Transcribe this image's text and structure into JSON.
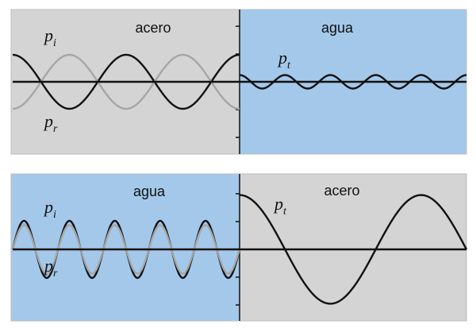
{
  "colors": {
    "steel": "#d4d4d4",
    "water": "#a3c8ea",
    "incident": "#111111",
    "reflected": "#a6a6a6",
    "transmitted": "#111111"
  },
  "panels": [
    {
      "left_medium": {
        "label": "acero",
        "color": "steel"
      },
      "right_medium": {
        "label": "agua",
        "color": "water"
      },
      "waves": [
        {
          "symbol": "p",
          "subscript": "i",
          "side": "left",
          "color": "incident",
          "periods": 2.0,
          "phase": 1.5708,
          "relative_amplitude": 1.0
        },
        {
          "symbol": "p",
          "subscript": "r",
          "side": "left",
          "color": "reflected",
          "periods": 2.0,
          "phase": -1.5708,
          "relative_amplitude": 1.0
        },
        {
          "symbol": "p",
          "subscript": "t",
          "side": "right",
          "color": "transmitted",
          "periods": 5.0,
          "phase": 1.5708,
          "relative_amplitude": 0.25
        }
      ]
    },
    {
      "left_medium": {
        "label": "agua",
        "color": "water"
      },
      "right_medium": {
        "label": "acero",
        "color": "steel"
      },
      "waves": [
        {
          "symbol": "p",
          "subscript": "i",
          "side": "left",
          "color": "incident",
          "periods": 5.0,
          "phase": 0,
          "relative_amplitude": 1.0
        },
        {
          "symbol": "p",
          "subscript": "r",
          "side": "left",
          "color": "reflected",
          "periods": 5.0,
          "phase": 0,
          "relative_amplitude": 0.85
        },
        {
          "symbol": "p",
          "subscript": "t",
          "side": "right",
          "color": "transmitted",
          "periods": 1.25,
          "phase": 1.5708,
          "relative_amplitude": 1.9
        }
      ]
    }
  ]
}
